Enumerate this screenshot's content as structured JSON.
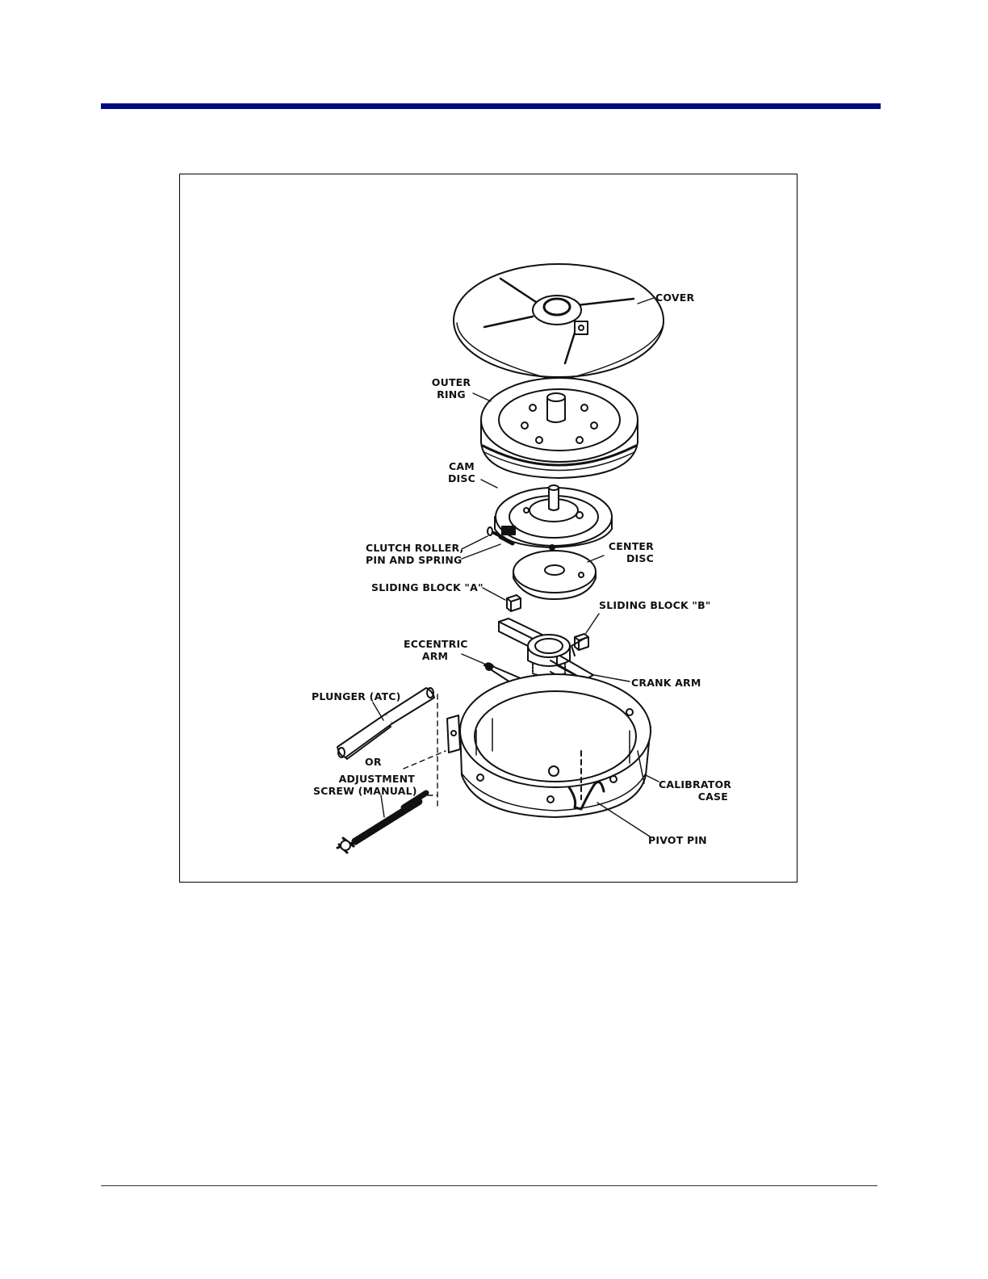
{
  "figure": {
    "labels": {
      "cover": "COVER",
      "outer_ring": "OUTER\nRING",
      "cam_disc": "CAM\nDISC",
      "clutch_roller": "CLUTCH ROLLER,\nPIN AND SPRING",
      "center_disc": "CENTER\nDISC",
      "sliding_block_a": "SLIDING BLOCK \"A\"",
      "sliding_block_b": "SLIDING BLOCK \"B\"",
      "eccentric_arm": "ECCENTRIC\nARM",
      "crank_arm": "CRANK ARM",
      "plunger": "PLUNGER (ATC)",
      "or": "OR",
      "adjustment_screw": "ADJUSTMENT\nSCREW (MANUAL)",
      "calibrator_case": "CALIBRATOR\nCASE",
      "pivot_pin": "PIVOT PIN"
    }
  }
}
